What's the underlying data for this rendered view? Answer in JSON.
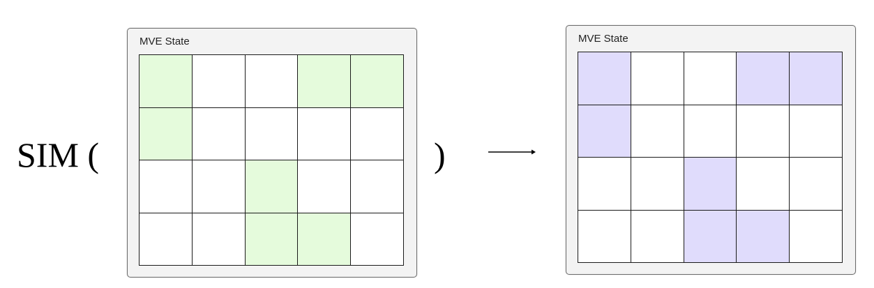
{
  "equation": {
    "function_label": "SIM (",
    "close_paren": ")"
  },
  "input_state": {
    "title": "MVE State",
    "highlight_color": "#e5fbdc",
    "rows": 4,
    "cols": 5,
    "cells": [
      [
        1,
        0,
        0,
        1,
        1
      ],
      [
        1,
        0,
        0,
        0,
        0
      ],
      [
        0,
        0,
        1,
        0,
        0
      ],
      [
        0,
        0,
        1,
        1,
        0
      ]
    ]
  },
  "output_state": {
    "title": "MVE State",
    "highlight_color": "#e0dcfc",
    "rows": 4,
    "cols": 5,
    "cells": [
      [
        1,
        0,
        0,
        1,
        1
      ],
      [
        1,
        0,
        0,
        0,
        0
      ],
      [
        0,
        0,
        1,
        0,
        0
      ],
      [
        0,
        0,
        1,
        1,
        0
      ]
    ]
  }
}
